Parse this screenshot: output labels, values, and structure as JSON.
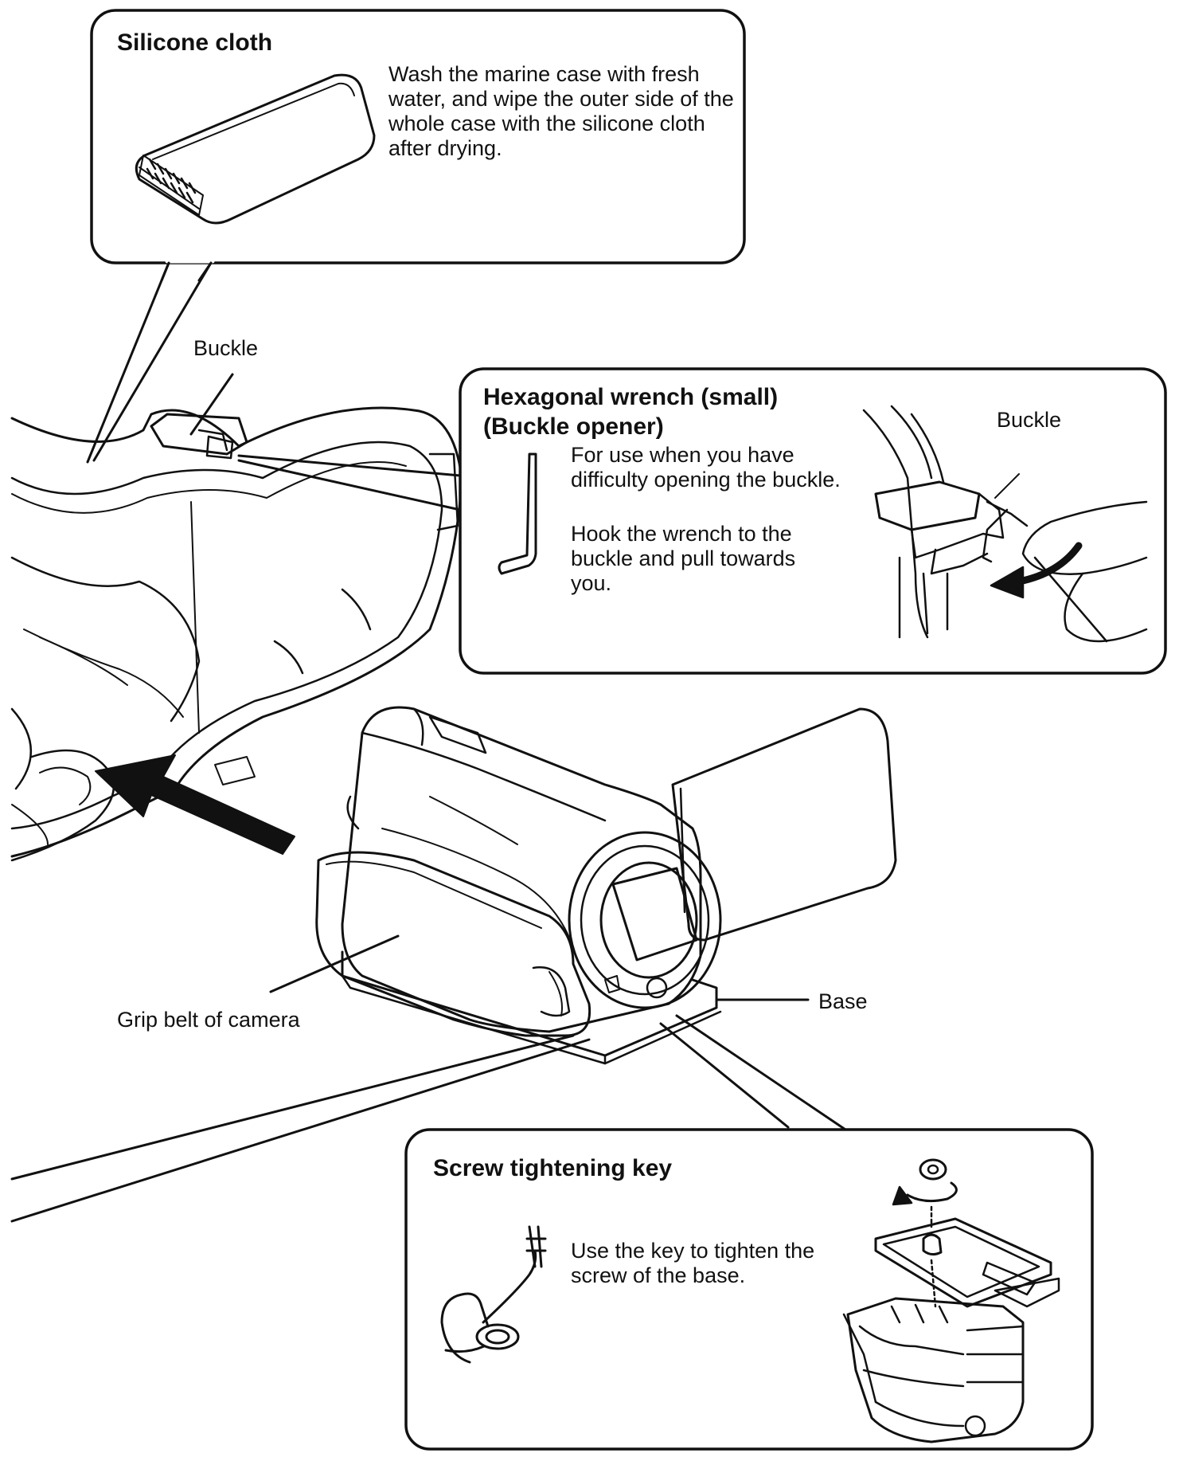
{
  "silicone_cloth": {
    "title": "Silicone cloth",
    "description": "Wash the marine case with fresh water, and wipe the outer side of the whole case with the silicone cloth after drying."
  },
  "hex_wrench": {
    "title_line1": "Hexagonal wrench (small)",
    "title_line2": "(Buckle opener)",
    "para1": "For use when you have difficulty opening the buckle.",
    "para2": "Hook the wrench to the buckle and pull towards you.",
    "inset_label": "Buckle"
  },
  "screw_key": {
    "title": "Screw tightening key",
    "description": "Use the key to tighten the screw of the base."
  },
  "labels": {
    "buckle": "Buckle",
    "grip_belt": "Grip belt of camera",
    "base": "Base"
  }
}
